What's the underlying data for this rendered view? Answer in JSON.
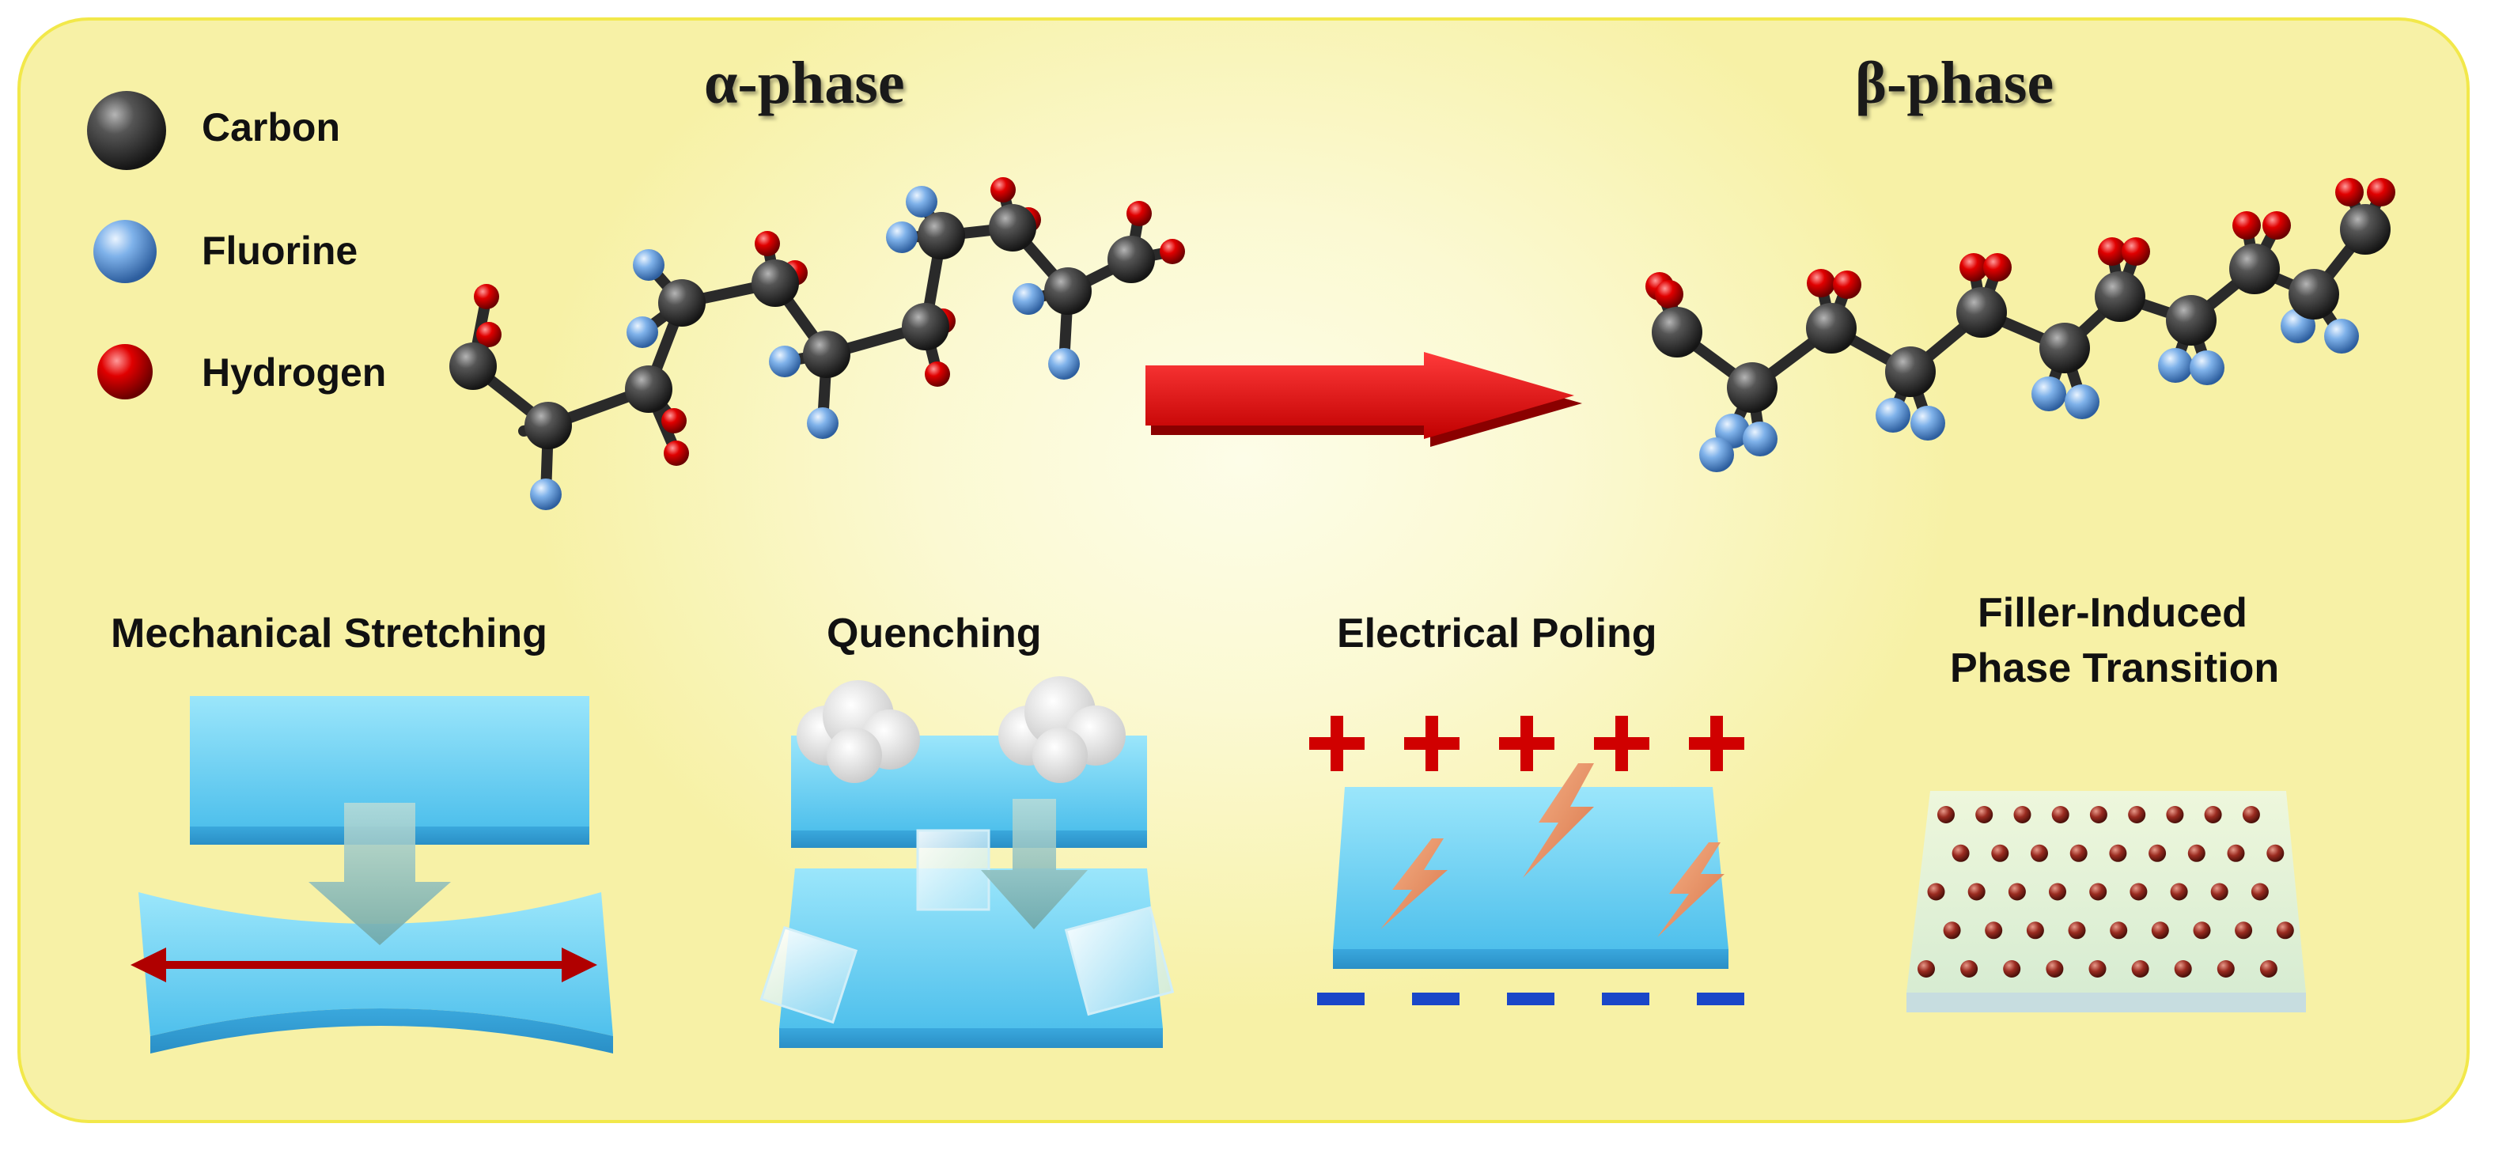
{
  "titles": {
    "alpha": "α-phase",
    "beta": "β-phase"
  },
  "legend": [
    {
      "label": "Carbon",
      "icon": "carbon-atom-icon",
      "color": "#3a3a3a"
    },
    {
      "label": "Fluorine",
      "icon": "fluorine-atom-icon",
      "color": "#7fb2ea"
    },
    {
      "label": "Hydrogen",
      "icon": "hydrogen-atom-icon",
      "color": "#d60000"
    }
  ],
  "methods": {
    "mechanical": "Mechanical Stretching",
    "quenching": "Quenching",
    "poling": "Electrical Poling",
    "filler_line1": "Filler-Induced",
    "filler_line2": "Phase Transition"
  },
  "colors": {
    "accent_arrow": "#e00000",
    "film": "#5cc8f0",
    "positive": "#d00000",
    "negative": "#1a47c8",
    "panel_border": "#f2e84a"
  }
}
